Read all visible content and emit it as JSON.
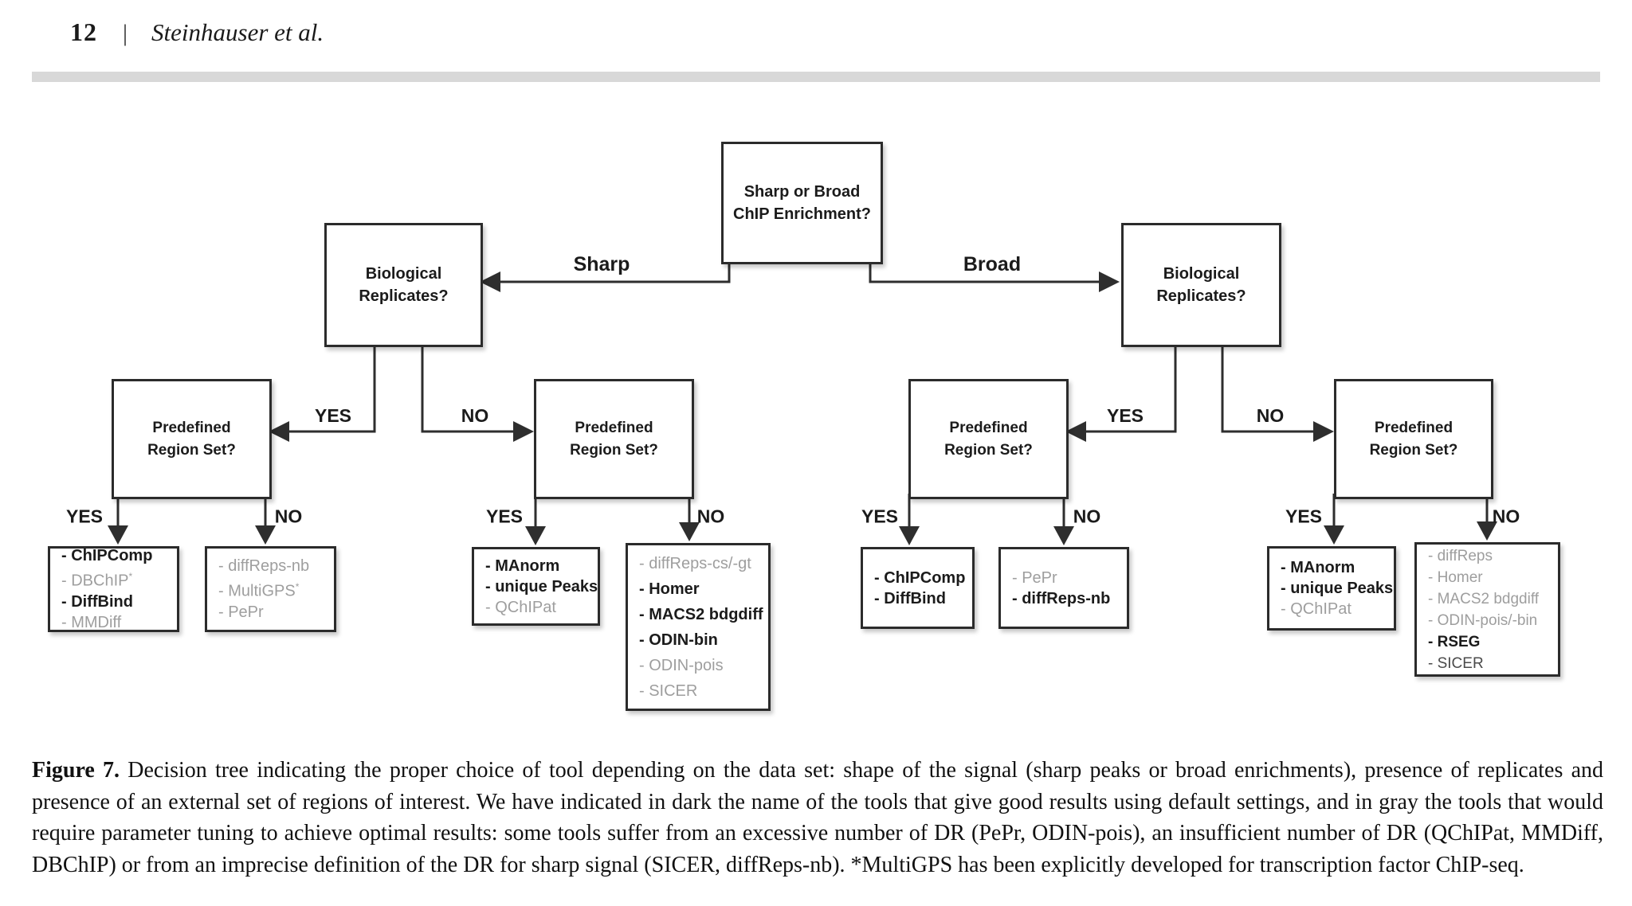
{
  "header": {
    "page_number": "12",
    "separator": "|",
    "authors": "Steinhauser et al."
  },
  "diagram": {
    "colors": {
      "dark": "#1b1b1b",
      "gray": "#9e9e9e",
      "line": "#2e2e2e"
    },
    "nodes": {
      "root": {
        "line1": "Sharp or Broad",
        "line2": "ChIP Enrichment?"
      },
      "bio_left": {
        "line1": "Biological",
        "line2": "Replicates?"
      },
      "bio_right": {
        "line1": "Biological",
        "line2": "Replicates?"
      },
      "region_sharp_yes": {
        "line1": "Predefined",
        "line2": "Region Set?"
      },
      "region_sharp_no": {
        "line1": "Predefined",
        "line2": "Region Set?"
      },
      "region_broad_yes": {
        "line1": "Predefined",
        "line2": "Region Set?"
      },
      "region_broad_no": {
        "line1": "Predefined",
        "line2": "Region Set?"
      }
    },
    "edge_labels": {
      "sharp": "Sharp",
      "broad": "Broad",
      "yes": "YES",
      "no": "NO"
    },
    "leaves": [
      {
        "id": "sharp-rep-yes-region-yes",
        "items": [
          {
            "text": "- ChIPComp",
            "tone": "dark"
          },
          {
            "text": "- DBChIP",
            "sup": "*",
            "tone": "gray"
          },
          {
            "text": "- DiffBind",
            "tone": "dark"
          },
          {
            "text": "- MMDiff",
            "tone": "gray"
          }
        ]
      },
      {
        "id": "sharp-rep-yes-region-no",
        "items": [
          {
            "text": "- diffReps-nb",
            "tone": "gray"
          },
          {
            "text": "- MultiGPS",
            "sup": "*",
            "tone": "gray"
          },
          {
            "text": "- PePr",
            "tone": "gray"
          }
        ]
      },
      {
        "id": "sharp-rep-no-region-yes",
        "items": [
          {
            "text": "- MAnorm",
            "tone": "dark"
          },
          {
            "text": "- unique Peaks",
            "tone": "dark"
          },
          {
            "text": "- QChIPat",
            "tone": "gray"
          }
        ]
      },
      {
        "id": "sharp-rep-no-region-no",
        "items": [
          {
            "text": "- diffReps-cs/-gt",
            "tone": "gray"
          },
          {
            "text": "- Homer",
            "tone": "dark"
          },
          {
            "text": "- MACS2 bdgdiff",
            "tone": "dark"
          },
          {
            "text": "- ODIN-bin",
            "tone": "dark"
          },
          {
            "text": "- ODIN-pois",
            "tone": "gray"
          },
          {
            "text": "- SICER",
            "tone": "gray"
          }
        ]
      },
      {
        "id": "broad-rep-yes-region-yes",
        "items": [
          {
            "text": "- ChIPComp",
            "tone": "dark"
          },
          {
            "text": "- DiffBind",
            "tone": "dark"
          }
        ]
      },
      {
        "id": "broad-rep-yes-region-no",
        "items": [
          {
            "text": "- PePr",
            "tone": "gray"
          },
          {
            "text": "- diffReps-nb",
            "tone": "dark"
          }
        ]
      },
      {
        "id": "broad-rep-no-region-yes",
        "items": [
          {
            "text": "- MAnorm",
            "tone": "dark"
          },
          {
            "text": "- unique Peaks",
            "tone": "dark"
          },
          {
            "text": "- QChIPat",
            "tone": "gray"
          }
        ]
      },
      {
        "id": "broad-rep-no-region-no",
        "items": [
          {
            "text": "- diffReps",
            "tone": "gray"
          },
          {
            "text": "- Homer",
            "tone": "gray"
          },
          {
            "text": "- MACS2 bdgdiff",
            "tone": "gray"
          },
          {
            "text": "- ODIN-pois/-bin",
            "tone": "gray"
          },
          {
            "text": "- RSEG",
            "tone": "dark"
          },
          {
            "text": "- SICER",
            "tone": "medium"
          }
        ]
      }
    ]
  },
  "caption": {
    "label": "Figure 7.",
    "text": "Decision tree indicating the proper choice of tool depending on the data set: shape of the signal (sharp peaks or broad enrichments), presence of replicates and presence of an external set of regions of interest. We have indicated in dark the name of the tools that give good results using default settings, and in gray the tools that would require parameter tuning to achieve optimal results: some tools suffer from an excessive number of DR (PePr, ODIN-pois), an insufficient number of DR (QChIPat, MMDiff, DBChIP) or from an imprecise definition of the DR for sharp signal (SICER, diffReps-nb). *MultiGPS has been explicitly developed for transcription factor ChIP-seq."
  }
}
